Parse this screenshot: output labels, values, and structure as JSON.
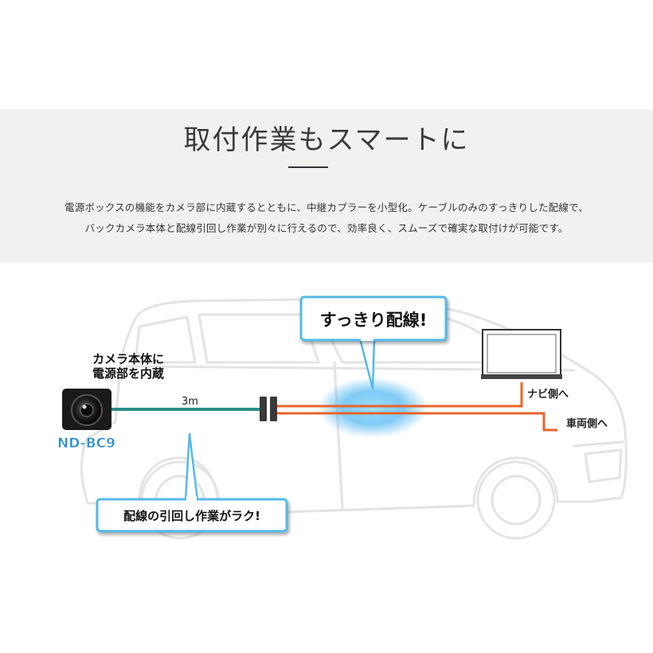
{
  "header": {
    "title": "取付作業もスマートに",
    "description_line1": "電源ボックスの機能をカメラ部に内蔵するとともに、中継カプラーを小型化。ケーブルのみのすっきりした配線で、",
    "description_line2": "バックカメラ本体と配線引回し作業が別々に行えるので、効率良く、スムーズで確実な取付けが可能です。"
  },
  "diagram": {
    "camera_caption_line1": "カメラ本体に",
    "camera_caption_line2": "電源部を内蔵",
    "model_name": "ND-BC9",
    "cable_length": "3m",
    "callout_top": "すっきり配線!",
    "callout_bottom": "配線の引回し作業がラク!",
    "to_navi": "ナビ側へ",
    "to_vehicle": "車両側へ",
    "colors": {
      "teal_cable": "#2c8c8a",
      "orange_cable": "#e8632a",
      "model_blue": "#2b8fd0",
      "callout_border": "#55b9e8",
      "glow": "#4ab4f0"
    }
  }
}
